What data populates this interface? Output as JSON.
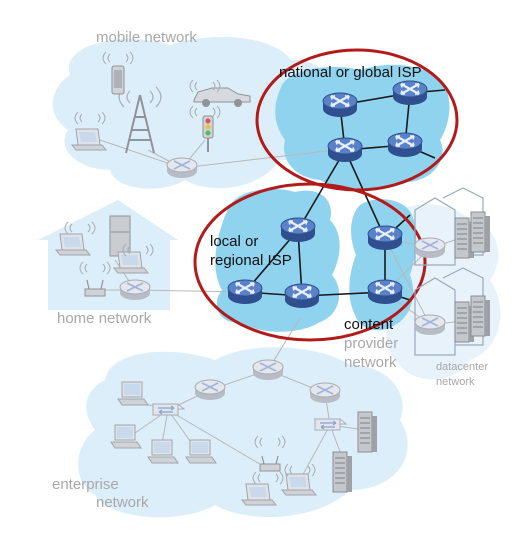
{
  "labels": {
    "mobile_network": "mobile network",
    "national_isp": "national or global ISP",
    "local_isp_line1": "local or",
    "local_isp_line2": "regional ISP",
    "home_network": "home network",
    "content_line1": "content",
    "content_line2": "provider",
    "content_line3": "network",
    "datacenter_line1": "datacenter",
    "datacenter_line2": "network",
    "enterprise_line1": "enterprise",
    "enterprise_line2": "network"
  },
  "colors": {
    "cloud_fill": "#dceef9",
    "isp_fill": "#8fd3ef",
    "highlight_ellipse": "#b31b1b",
    "link_line": "#1a1a1a",
    "faint_link": "#b8b8b8",
    "router_fill": "#4a6fb5",
    "router_arrows": "#e8f0ff"
  }
}
